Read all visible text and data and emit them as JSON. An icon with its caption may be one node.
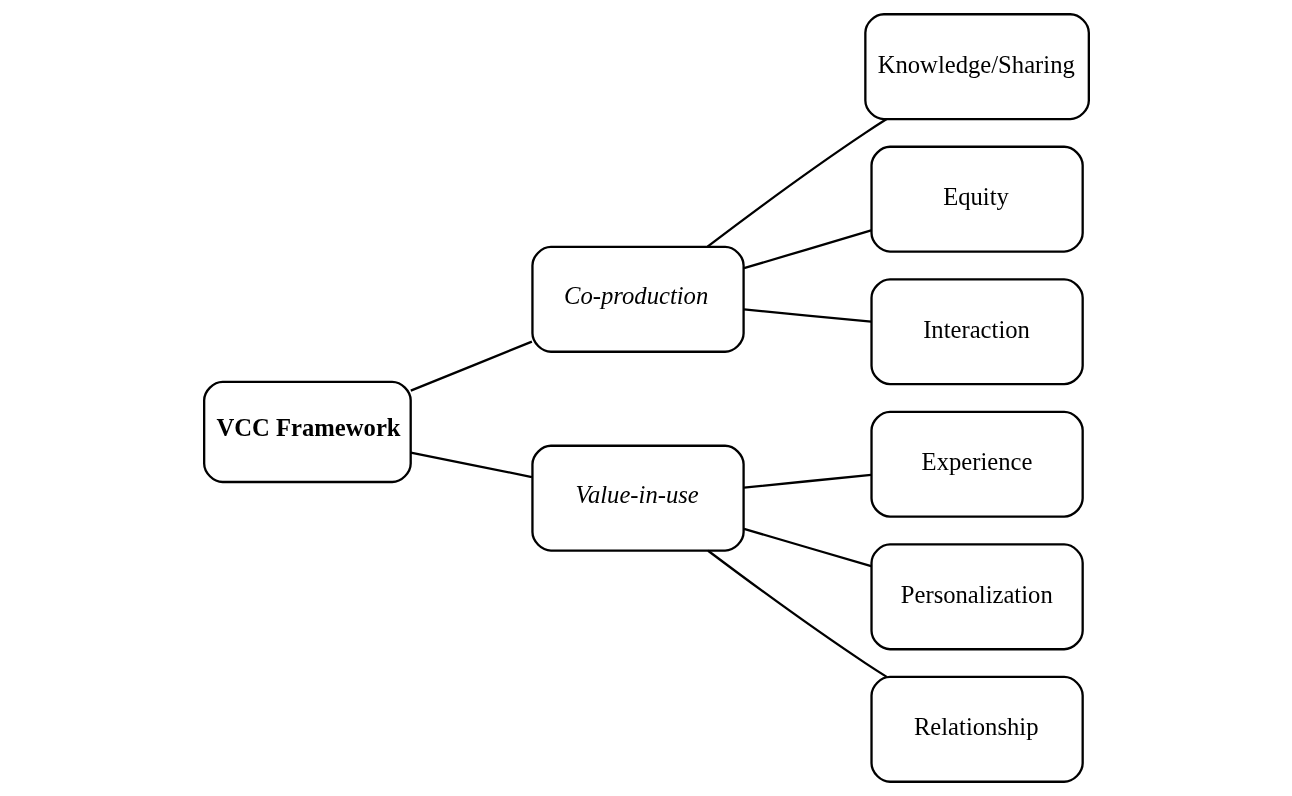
{
  "diagram": {
    "nodes": [
      {
        "text": [
          "VCC Framework"
        ]
      },
      {
        "text": [
          "Co-production"
        ]
      },
      {
        "text": [
          "Value-in-use"
        ]
      },
      {
        "text": [
          "Knowledge/Sharing"
        ]
      },
      {
        "text": [
          "Equity"
        ]
      },
      {
        "text": [
          "Interaction"
        ]
      },
      {
        "text": [
          "Experience"
        ]
      },
      {
        "text": [
          "Personalization"
        ]
      },
      {
        "text": [
          "Relationship"
        ]
      }
    ],
    "edges": [
      {
        "from": 0,
        "to": 1,
        "arrow": "none"
      },
      {
        "from": 0,
        "to": 2,
        "arrow": "none"
      },
      {
        "from": 1,
        "to": 3,
        "arrow": "none"
      },
      {
        "from": 1,
        "to": 4,
        "arrow": "none"
      },
      {
        "from": 1,
        "to": 5,
        "arrow": "none"
      },
      {
        "from": 2,
        "to": 6,
        "arrow": "none"
      },
      {
        "from": 2,
        "to": 7,
        "arrow": "none"
      },
      {
        "from": 2,
        "to": 8,
        "arrow": "none"
      }
    ]
  }
}
